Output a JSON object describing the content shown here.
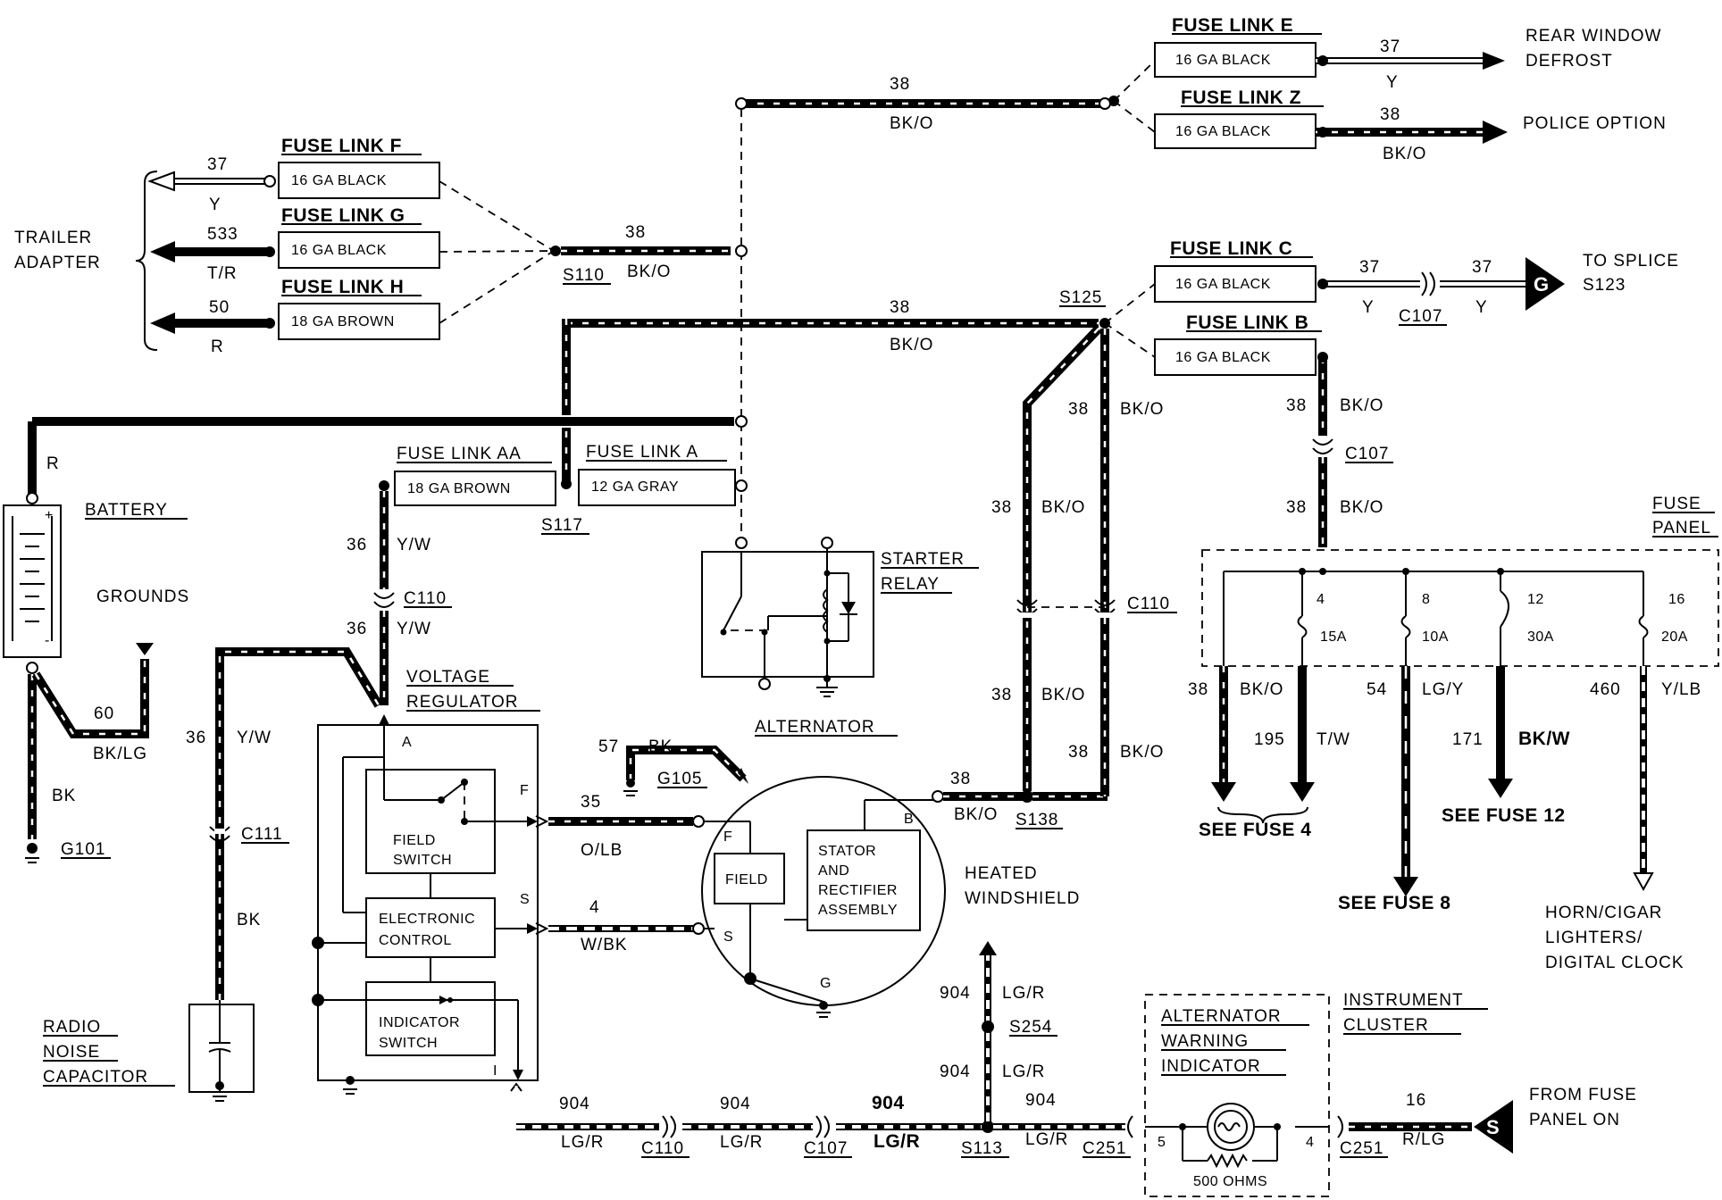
{
  "fuse_links": {
    "e": {
      "title": "FUSE LINK E",
      "wire": "16 GA BLACK"
    },
    "z": {
      "title": "FUSE LINK Z",
      "wire": "16 GA BLACK"
    },
    "f": {
      "title": "FUSE LINK F",
      "wire": "16 GA BLACK"
    },
    "g": {
      "title": "FUSE LINK G",
      "wire": "16 GA BLACK"
    },
    "h": {
      "title": "FUSE LINK H",
      "wire": "18 GA BROWN"
    },
    "c": {
      "title": "FUSE LINK C",
      "wire": "16 GA BLACK"
    },
    "b": {
      "title": "FUSE LINK B",
      "wire": "16 GA BLACK"
    },
    "aa": {
      "title": "FUSE LINK AA",
      "wire": "18 GA BROWN"
    },
    "a": {
      "title": "FUSE LINK A",
      "wire": "12 GA GRAY"
    }
  },
  "destinations": {
    "rear_window_1": "REAR WINDOW",
    "rear_window_2": "DEFROST",
    "police": "POLICE OPTION",
    "splice_1": "TO SPLICE",
    "splice_2": "S123",
    "trailer_1": "TRAILER",
    "trailer_2": "ADAPTER",
    "from_fuse_1": "FROM FUSE",
    "from_fuse_2": "PANEL ON",
    "horn_1": "HORN/CIGAR",
    "horn_2": "LIGHTERS/",
    "horn_3": "DIGITAL CLOCK"
  },
  "components": {
    "battery": "BATTERY",
    "grounds": "GROUNDS",
    "starter_relay_1": "STARTER",
    "starter_relay_2": "RELAY",
    "voltage_reg_1": "VOLTAGE",
    "voltage_reg_2": "REGULATOR",
    "field_switch_1": "FIELD",
    "field_switch_2": "SWITCH",
    "electronic_1": "ELECTRONIC",
    "electronic_2": "CONTROL",
    "indicator_1": "INDICATOR",
    "indicator_2": "SWITCH",
    "alternator": "ALTERNATOR",
    "field": "FIELD",
    "stator_1": "STATOR",
    "stator_2": "AND",
    "stator_3": "RECTIFIER",
    "stator_4": "ASSEMBLY",
    "heated_1": "HEATED",
    "heated_2": "WINDSHIELD",
    "radio_1": "RADIO",
    "radio_2": "NOISE",
    "radio_3": "CAPACITOR",
    "fuse_panel_1": "FUSE",
    "fuse_panel_2": "PANEL",
    "alt_warn_1": "ALTERNATOR",
    "alt_warn_2": "WARNING",
    "alt_warn_3": "INDICATOR",
    "cluster_1": "INSTRUMENT",
    "cluster_2": "CLUSTER",
    "ohms": "500 OHMS"
  },
  "fuse_panel": {
    "fuses": [
      {
        "num": "4",
        "amps": "15A"
      },
      {
        "num": "8",
        "amps": "10A"
      },
      {
        "num": "12",
        "amps": "30A"
      },
      {
        "num": "16",
        "amps": "20A"
      }
    ],
    "see_fuse_4": "SEE FUSE 4",
    "see_fuse_8": "SEE FUSE 8",
    "see_fuse_12": "SEE FUSE 12"
  },
  "splices": {
    "s110": "S110",
    "s125": "S125",
    "s117": "S117",
    "s138": "S138",
    "s254": "S254",
    "s113": "S113"
  },
  "connectors": {
    "c107": "C107",
    "c110": "C110",
    "c111": "C111",
    "c251": "C251"
  },
  "grounds": {
    "g101": "G101",
    "g105": "G105"
  },
  "wires": {
    "w37": "37",
    "w38": "38",
    "w533": "533",
    "w50": "50",
    "w36": "36",
    "w60": "60",
    "w57": "57",
    "w35": "35",
    "w4": "4",
    "w904": "904",
    "w16": "16",
    "w195": "195",
    "w54": "54",
    "w171": "171",
    "w460": "460"
  },
  "colors": {
    "y": "Y",
    "bko": "BK/O",
    "tr": "T/R",
    "r": "R",
    "yw": "Y/W",
    "bklg": "BK/LG",
    "bk": "BK",
    "olb": "O/LB",
    "wbk": "W/BK",
    "lgr": "LG/R",
    "rlg": "R/LG",
    "tw": "T/W",
    "lgy": "LG/Y",
    "bkw": "BK/W",
    "ylb": "Y/LB"
  },
  "pins": {
    "a": "A",
    "f": "F",
    "s": "S",
    "i": "I",
    "b": "B",
    "g": "G",
    "p5": "5",
    "p4": "4"
  },
  "symbols": {
    "g_circle": "G",
    "s_circle": "S"
  }
}
